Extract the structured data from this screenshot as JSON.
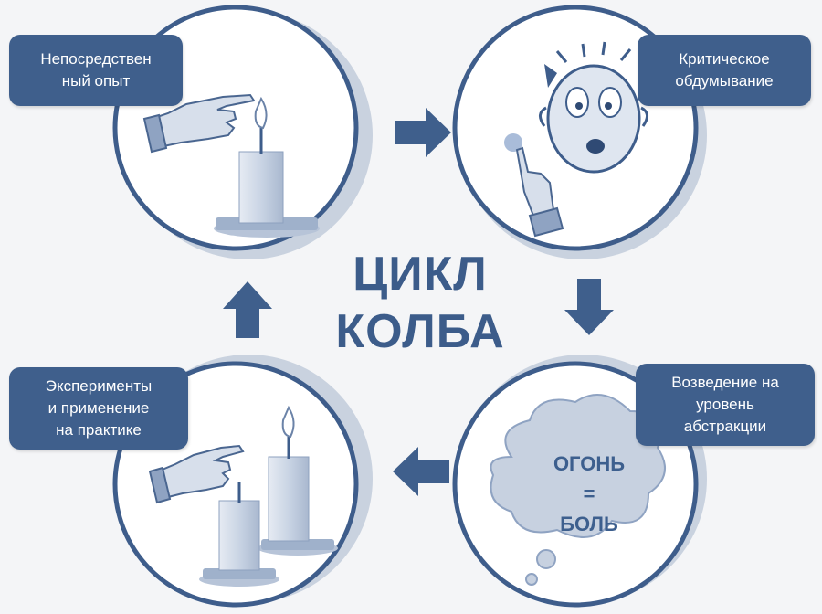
{
  "diagram": {
    "title_line1": "ЦИКЛ",
    "title_line2": "КОЛБА",
    "stages": {
      "top_left": "Непосредствен\nный опыт",
      "top_right": "Критическое\nобдумывание",
      "bottom_right": "Возведение на\nуровень\nабстракции",
      "bottom_left": "Эксперименты\nи применение\nна практике"
    },
    "cloud": {
      "line1": "ОГОНЬ",
      "line2": "=",
      "line3": "БОЛЬ"
    }
  },
  "colors": {
    "accent": "#3f5f8c",
    "circle": "#3e5d8b",
    "shadow": "#c6cfdc",
    "arrow": "#3f5f8c",
    "background": "#f4f5f7"
  },
  "icons": [
    "pointing-hand-icon",
    "candle-icon",
    "surprised-face-icon",
    "burned-finger-icon",
    "thought-cloud-icon",
    "two-candles-icon"
  ]
}
